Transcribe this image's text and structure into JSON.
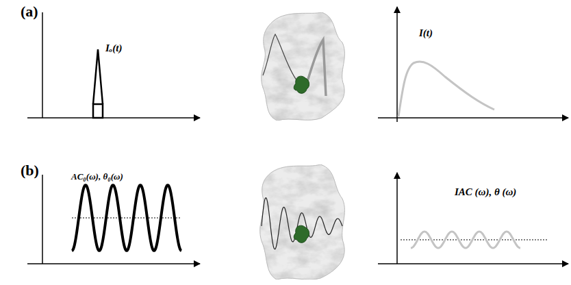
{
  "diagram": {
    "labels": [
      "(a)",
      "Iₒ(t)",
      "I(t)",
      "(b)",
      "AC₀(ω), θ₀(ω)",
      "IAC (ω), θ (ω)"
    ]
  }
}
